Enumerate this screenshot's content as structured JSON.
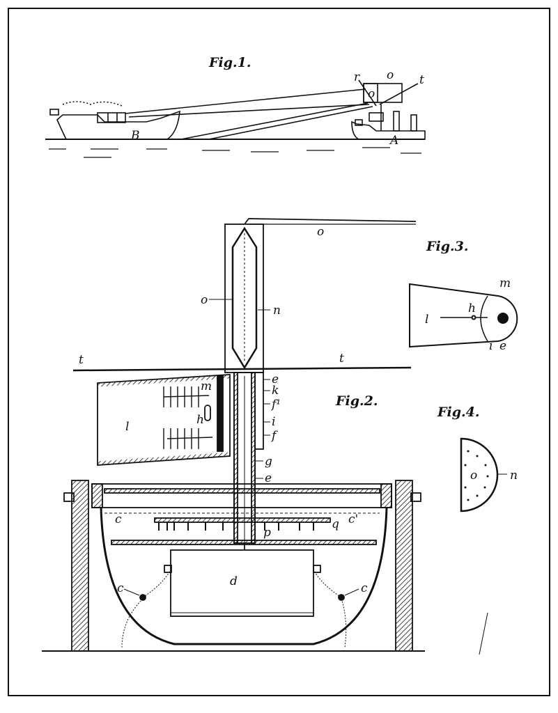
{
  "figures": {
    "fig1": {
      "title": "Fig.1.",
      "labels": {
        "kite": "o",
        "kite_box": "o",
        "reel": "r",
        "line": "t",
        "ship_left": "B",
        "ship_right": "A"
      }
    },
    "fig2": {
      "title": "Fig.2.",
      "labels": {
        "rod": "o",
        "kite": "o",
        "frame": "n",
        "line_left": "t",
        "line_right": "t",
        "funnel": "l",
        "m": "m",
        "h": "h",
        "e_top": "e",
        "k": "k",
        "f1": "f¹",
        "i": "i",
        "f": "f",
        "g": "g",
        "e_low": "e",
        "c_left": "c",
        "c_right": "c'",
        "q": "q",
        "p": "p",
        "d": "d",
        "c_bowl_left": "c",
        "c_bowl_right": "c"
      }
    },
    "fig3": {
      "title": "Fig.3.",
      "labels": {
        "m": "m",
        "h": "h",
        "l": "l",
        "i": "i",
        "e": "e"
      }
    },
    "fig4": {
      "title": "Fig.4.",
      "labels": {
        "o": "o",
        "n": "n"
      }
    }
  },
  "colors": {
    "ink": "#111111",
    "paper": "#ffffff"
  }
}
